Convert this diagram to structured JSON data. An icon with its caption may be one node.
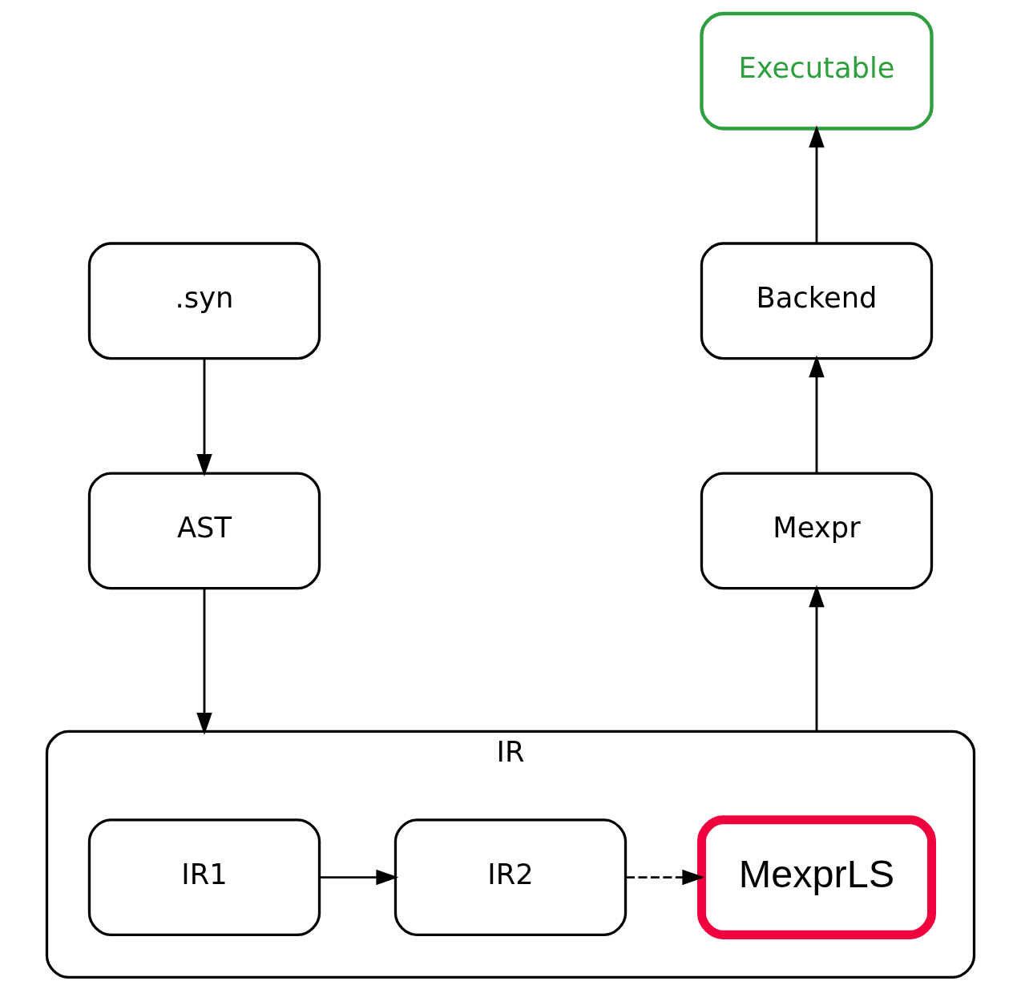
{
  "diagram": {
    "nodes": [
      {
        "text": [
          ".syn"
        ]
      },
      {
        "text": [
          "AST"
        ]
      },
      {
        "text": [
          "IR"
        ]
      },
      {
        "text": [
          "IR1"
        ],
        "in": 2
      },
      {
        "text": [
          "IR2"
        ],
        "in": 2
      },
      {
        "text": [
          "MexprLS"
        ],
        "in": 2
      },
      {
        "text": [
          "Mexpr"
        ]
      },
      {
        "text": [
          "Backend"
        ]
      },
      {
        "text": [
          "Executable"
        ]
      }
    ],
    "edges": [
      {
        "from": 0,
        "to": 1,
        "arrow": "to"
      },
      {
        "from": 1,
        "to": 2,
        "arrow": "to"
      },
      {
        "from": 3,
        "to": 4,
        "arrow": "to"
      },
      {
        "from": 4,
        "to": 5,
        "arrow": "to",
        "style": "dashed"
      },
      {
        "from": 2,
        "to": 6,
        "arrow": "to"
      },
      {
        "from": 6,
        "to": 7,
        "arrow": "to"
      },
      {
        "from": 7,
        "to": 8,
        "arrow": "to"
      }
    ]
  }
}
